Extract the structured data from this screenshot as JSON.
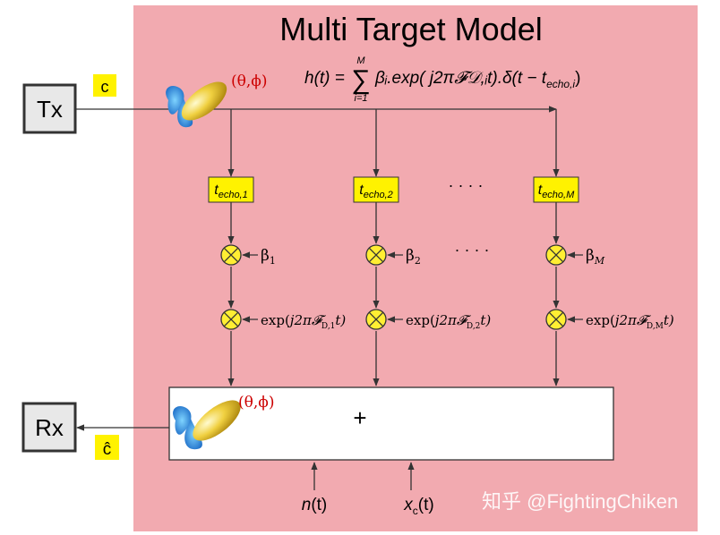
{
  "title": "Multi Target Model",
  "formula": {
    "lhs": "h(t) =",
    "sum_top": "M",
    "sum_bottom": "i=1",
    "sum_symbol": "∑",
    "rhs": "βᵢ.exp( j2π𝓕𝒟,ᵢt).δ(t − t",
    "rhs_sub": "echo,i",
    "rhs_end": ")"
  },
  "tx": {
    "label": "Tx",
    "signal": "c"
  },
  "rx": {
    "label": "Rx",
    "signal": "ĉ"
  },
  "angle_label": "(θ,ϕ)",
  "delays": [
    {
      "main": "t",
      "sub": "echo,1"
    },
    {
      "main": "t",
      "sub": "echo,2"
    },
    {
      "main": "t",
      "sub": "echo,M"
    }
  ],
  "ellipsis": "· · · ·",
  "betas": [
    {
      "main": "β",
      "sub": "1"
    },
    {
      "main": "β",
      "sub": "2"
    },
    {
      "main": "β",
      "sub": "M"
    }
  ],
  "exps": [
    {
      "pre": "exp(",
      "mid": "j2π𝓕",
      "sub": "D,1",
      "post": "t)"
    },
    {
      "pre": "exp(",
      "mid": "j2π𝓕",
      "sub": "D,2",
      "post": "t)"
    },
    {
      "pre": "exp(",
      "mid": "j2π𝓕",
      "sub": "D,M",
      "post": "t)"
    }
  ],
  "sum_label": "+",
  "noise": {
    "main": "n",
    "post": "(t)"
  },
  "clutter": {
    "main": "x",
    "sub": "c",
    "post": "(t)"
  },
  "watermark": "知乎 @FightingChiken",
  "colors": {
    "background": "#f2aab0",
    "delay_box": "#fff200",
    "mixer": "#ffee33",
    "angle_text": "#cc0000",
    "border": "#333333"
  }
}
